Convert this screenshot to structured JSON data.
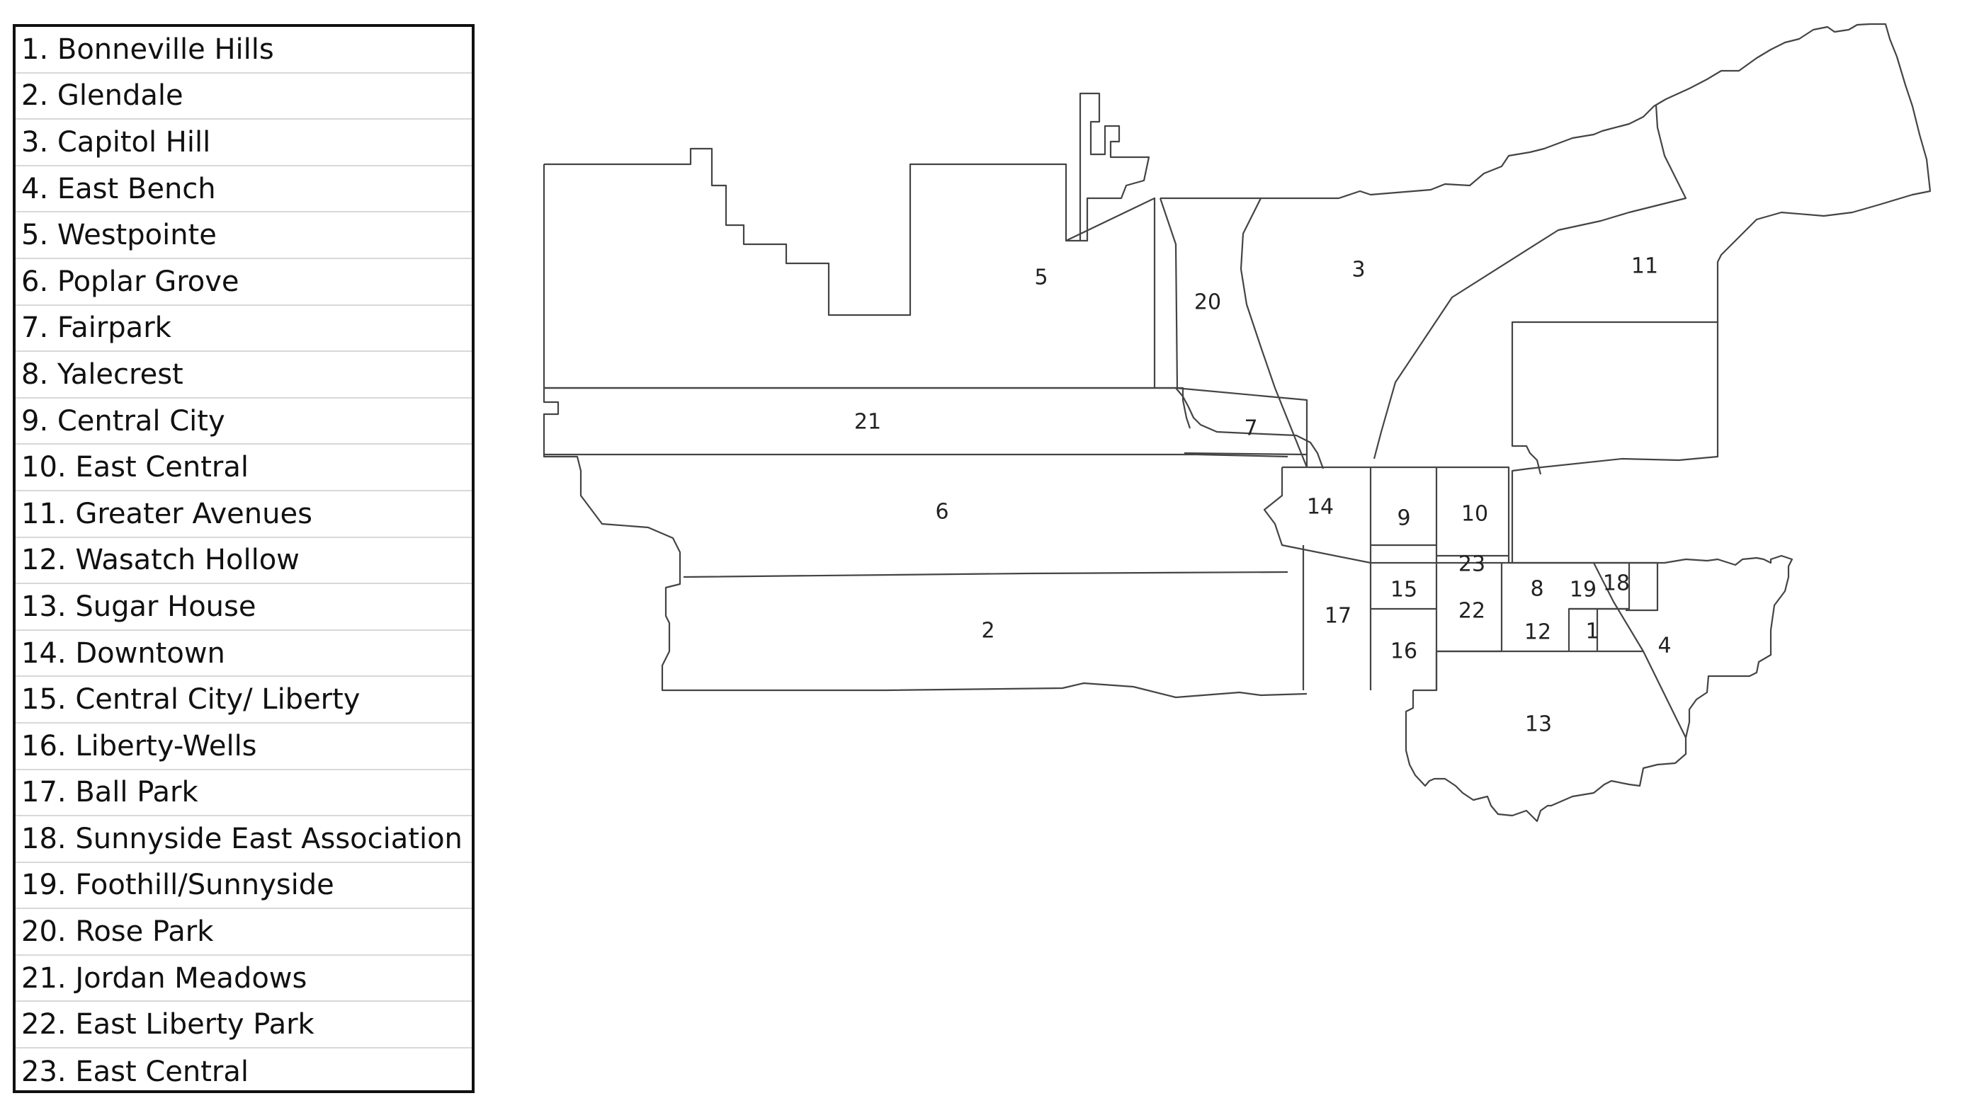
{
  "legend": {
    "items": [
      {
        "number": "1",
        "name": "Bonneville Hills"
      },
      {
        "number": "2",
        "name": "Glendale"
      },
      {
        "number": "3",
        "name": "Capitol Hill"
      },
      {
        "number": "4",
        "name": "East Bench"
      },
      {
        "number": "5",
        "name": "Westpointe"
      },
      {
        "number": "6",
        "name": "Poplar Grove"
      },
      {
        "number": "7",
        "name": "Fairpark"
      },
      {
        "number": "8",
        "name": "Yalecrest"
      },
      {
        "number": "9",
        "name": "Central City"
      },
      {
        "number": "10",
        "name": "East Central"
      },
      {
        "number": "11",
        "name": "Greater Avenues"
      },
      {
        "number": "12",
        "name": "Wasatch Hollow"
      },
      {
        "number": "13",
        "name": "Sugar House"
      },
      {
        "number": "14",
        "name": "Downtown"
      },
      {
        "number": "15",
        "name": "Central City/ Liberty"
      },
      {
        "number": "16",
        "name": "Liberty-Wells"
      },
      {
        "number": "17",
        "name": "Ball Park"
      },
      {
        "number": "18",
        "name": "Sunnyside East Association"
      },
      {
        "number": "19",
        "name": "Foothill/Sunnyside"
      },
      {
        "number": "20",
        "name": "Rose Park"
      },
      {
        "number": "21",
        "name": "Jordan Meadows"
      },
      {
        "number": "22",
        "name": "East Liberty Park"
      },
      {
        "number": "23",
        "name": "East Central"
      }
    ]
  },
  "map": {
    "region_labels": [
      "1",
      "2",
      "3",
      "4",
      "5",
      "6",
      "7",
      "8",
      "9",
      "10",
      "11",
      "12",
      "13",
      "14",
      "15",
      "16",
      "17",
      "18",
      "19",
      "20",
      "21",
      "22",
      "23"
    ]
  }
}
